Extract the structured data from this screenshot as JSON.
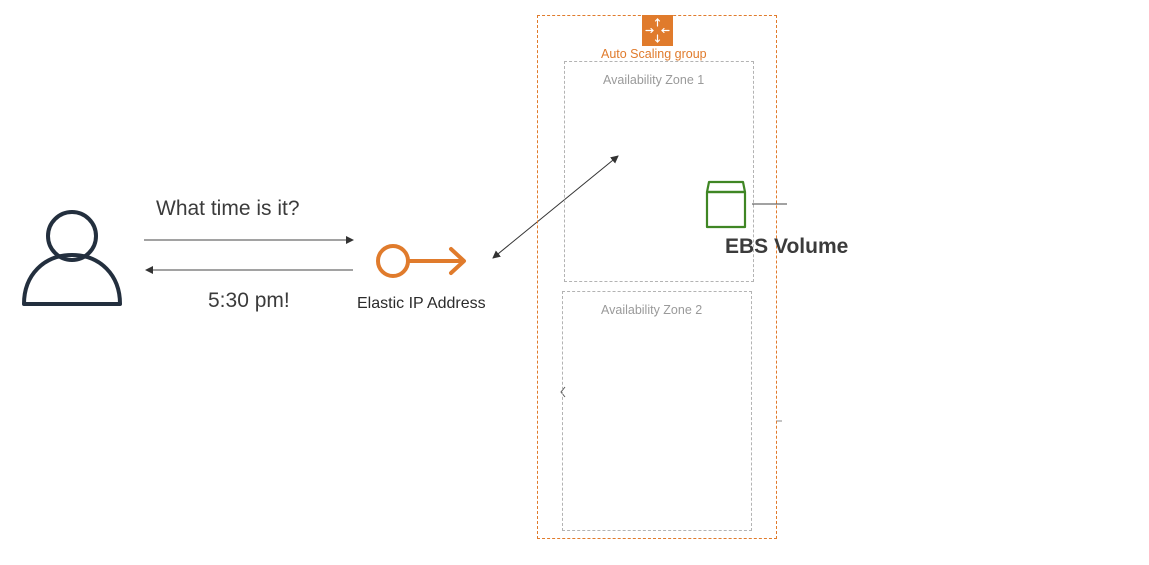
{
  "messages": {
    "question": "What time is it?",
    "answer": "5:30 pm!"
  },
  "elastic_ip": {
    "label": "Elastic IP Address"
  },
  "auto_scaling_group": {
    "label": "Auto Scaling group"
  },
  "availability_zones": [
    {
      "label": "Availability Zone 1"
    },
    {
      "label": "Availability Zone 2"
    }
  ],
  "ebs": {
    "label": "EBS Volume"
  },
  "icons": {
    "user": "user-icon",
    "elastic_ip": "elastic-ip-icon",
    "auto_scaling": "auto-scaling-icon",
    "ebs": "ebs-volume-icon"
  },
  "colors": {
    "aws_orange": "#e07b2c",
    "ebs_green": "#3f8624",
    "user_dark": "#232f3e",
    "zone_gray": "#b3b3b3"
  }
}
